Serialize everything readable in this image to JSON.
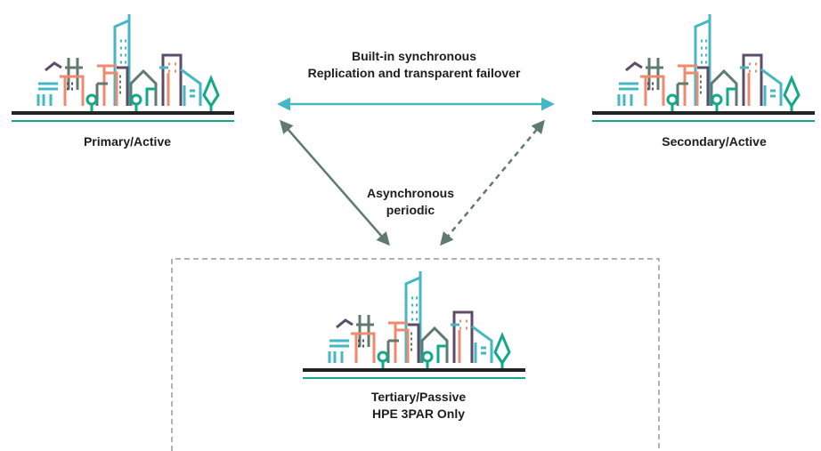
{
  "sites": {
    "primary": {
      "label": "Primary/Active"
    },
    "secondary": {
      "label": "Secondary/Active"
    },
    "tertiary": {
      "label_line1": "Tertiary/Passive",
      "label_line2": "HPE 3PAR Only"
    }
  },
  "links": {
    "sync": {
      "line1": "Built-in synchronous",
      "line2": "Replication and transparent failover"
    },
    "async": {
      "line1": "Asynchronous",
      "line2": "periodic"
    }
  },
  "colors": {
    "teal": "#45b8c3",
    "green_gray": "#5f7a6f",
    "salmon": "#ef8a6e",
    "purple": "#5d4c68",
    "green": "#11a987",
    "ground": "#222222",
    "box_border": "#9a9a9a",
    "text": "#1d1d1d"
  },
  "icons": [
    "city-skyline-icon"
  ]
}
